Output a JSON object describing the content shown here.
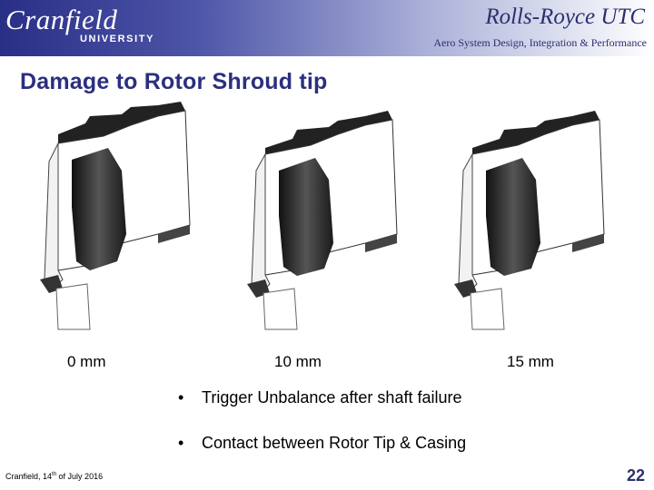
{
  "header": {
    "logo_main": "Cranfield",
    "logo_sub": "UNIVERSITY",
    "org_title": "Rolls-Royce UTC",
    "org_subtitle": "Aero System Design, Integration & Performance"
  },
  "slide": {
    "title": "Damage to Rotor Shroud tip",
    "figures": [
      {
        "label": "0 mm"
      },
      {
        "label": "10 mm"
      },
      {
        "label": "15 mm"
      }
    ],
    "bullets": [
      "Trigger Unbalance after shaft failure",
      "Contact between Rotor Tip & Casing"
    ]
  },
  "footer": {
    "date_prefix": "Cranfield, 14",
    "date_sup": "th",
    "date_suffix": " of July 2016",
    "page_number": "22"
  }
}
